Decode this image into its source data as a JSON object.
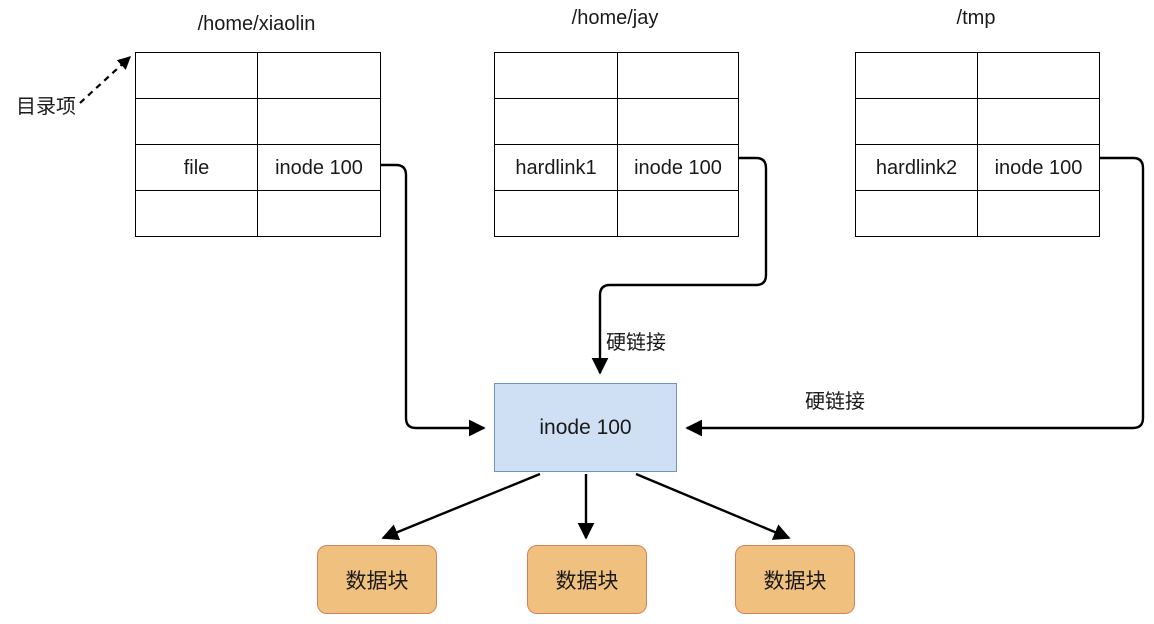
{
  "diagram": {
    "title_dirent_label": "目录项",
    "hardlink_label_top": "硬链接",
    "hardlink_label_right": "硬链接",
    "colors": {
      "inode_fill": "#cfe0f5",
      "inode_stroke": "#7395c4",
      "filename_fill": "#d8e8d0",
      "hardlink_fill": "#e4d5e8",
      "datablock_fill": "#f0c07f",
      "datablock_stroke": "#d4825c",
      "edge_stroke": "#000000"
    },
    "directories": [
      {
        "title": "/home/xiaolin",
        "rows": [
          {
            "name": "",
            "inode": "",
            "highlight": "none"
          },
          {
            "name": "",
            "inode": "",
            "highlight": "none"
          },
          {
            "name": "file",
            "inode": "inode 100",
            "highlight": "file"
          },
          {
            "name": "",
            "inode": "",
            "highlight": "none"
          }
        ]
      },
      {
        "title": "/home/jay",
        "rows": [
          {
            "name": "",
            "inode": "",
            "highlight": "none"
          },
          {
            "name": "",
            "inode": "",
            "highlight": "none"
          },
          {
            "name": "hardlink1",
            "inode": "inode 100",
            "highlight": "link"
          },
          {
            "name": "",
            "inode": "",
            "highlight": "none"
          }
        ]
      },
      {
        "title": "/tmp",
        "rows": [
          {
            "name": "",
            "inode": "",
            "highlight": "none"
          },
          {
            "name": "",
            "inode": "",
            "highlight": "none"
          },
          {
            "name": "hardlink2",
            "inode": "inode 100",
            "highlight": "link"
          },
          {
            "name": "",
            "inode": "",
            "highlight": "none"
          }
        ]
      }
    ],
    "inode": {
      "label": "inode 100"
    },
    "data_blocks": [
      {
        "label": "数据块"
      },
      {
        "label": "数据块"
      },
      {
        "label": "数据块"
      }
    ]
  }
}
